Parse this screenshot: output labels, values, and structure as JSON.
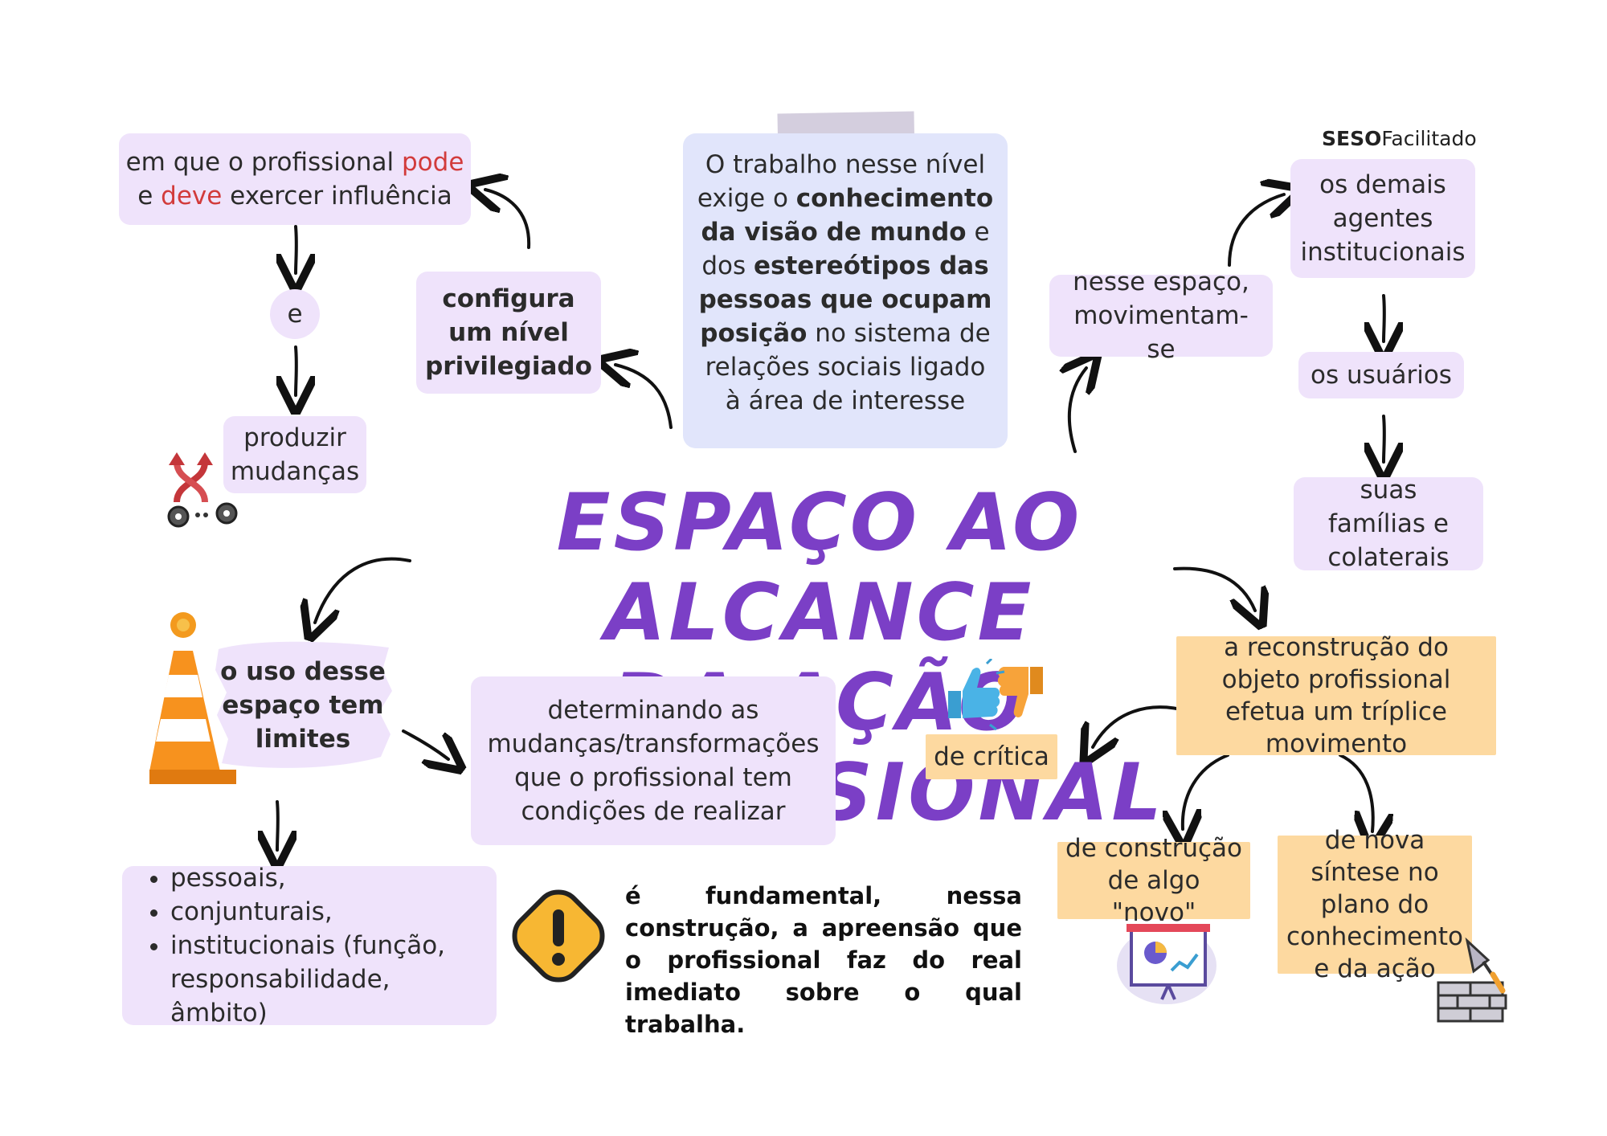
{
  "brand": {
    "bold": "SESO",
    "regular": "Facilitado"
  },
  "title": {
    "line1": "ESPAÇO AO ALCANCE",
    "line2": "DA AÇÃO PROFISSIONAL"
  },
  "left_top": {
    "influence_part1": "em que o profissional ",
    "influence_pode": "pode",
    "influence_part2": "e ",
    "influence_deve": "deve",
    "influence_part3": " exercer influência",
    "and": "e",
    "changes": "produzir mudanças"
  },
  "privileged": "configura um nível privilegiado",
  "center_note": {
    "t1": "O trabalho nesse nível exige o ",
    "b1": "conhecimento da visão de mundo",
    "t2": " e dos ",
    "b2": "estereótipos das pessoas que ocupam posição",
    "t3": " no sistema de relações sociais ligado à área de interesse"
  },
  "right_top": {
    "movement": "nesse espaço, movimentam-se",
    "agents": "os demais agentes institucionais",
    "users": "os usuários",
    "families": "suas famílias e colaterais"
  },
  "limits": {
    "label": "o uso desse espaço tem limites",
    "determining": "determinando as mudanças/transformações que o profissional tem condições de realizar",
    "items": [
      "pessoais,",
      "conjunturais,",
      "institucionais (função, responsabilidade, âmbito)"
    ]
  },
  "warning_note": "é fundamental, nessa construção, a apreensão que o profissional faz do real imediato sobre o qual trabalha.",
  "reconstruction": {
    "main": "a reconstrução do objeto profissional efetua um tríplice movimento",
    "critique": "de crítica",
    "construction": "de construção de algo \"novo\"",
    "synthesis": "de nova síntese no plano do conhecimento e da ação"
  },
  "colors": {
    "title": "#7b3fc6",
    "lavender": "#efe3fb",
    "blue": "#e1e5fb",
    "orange": "#fdd9a0",
    "red": "#d23b3b"
  }
}
